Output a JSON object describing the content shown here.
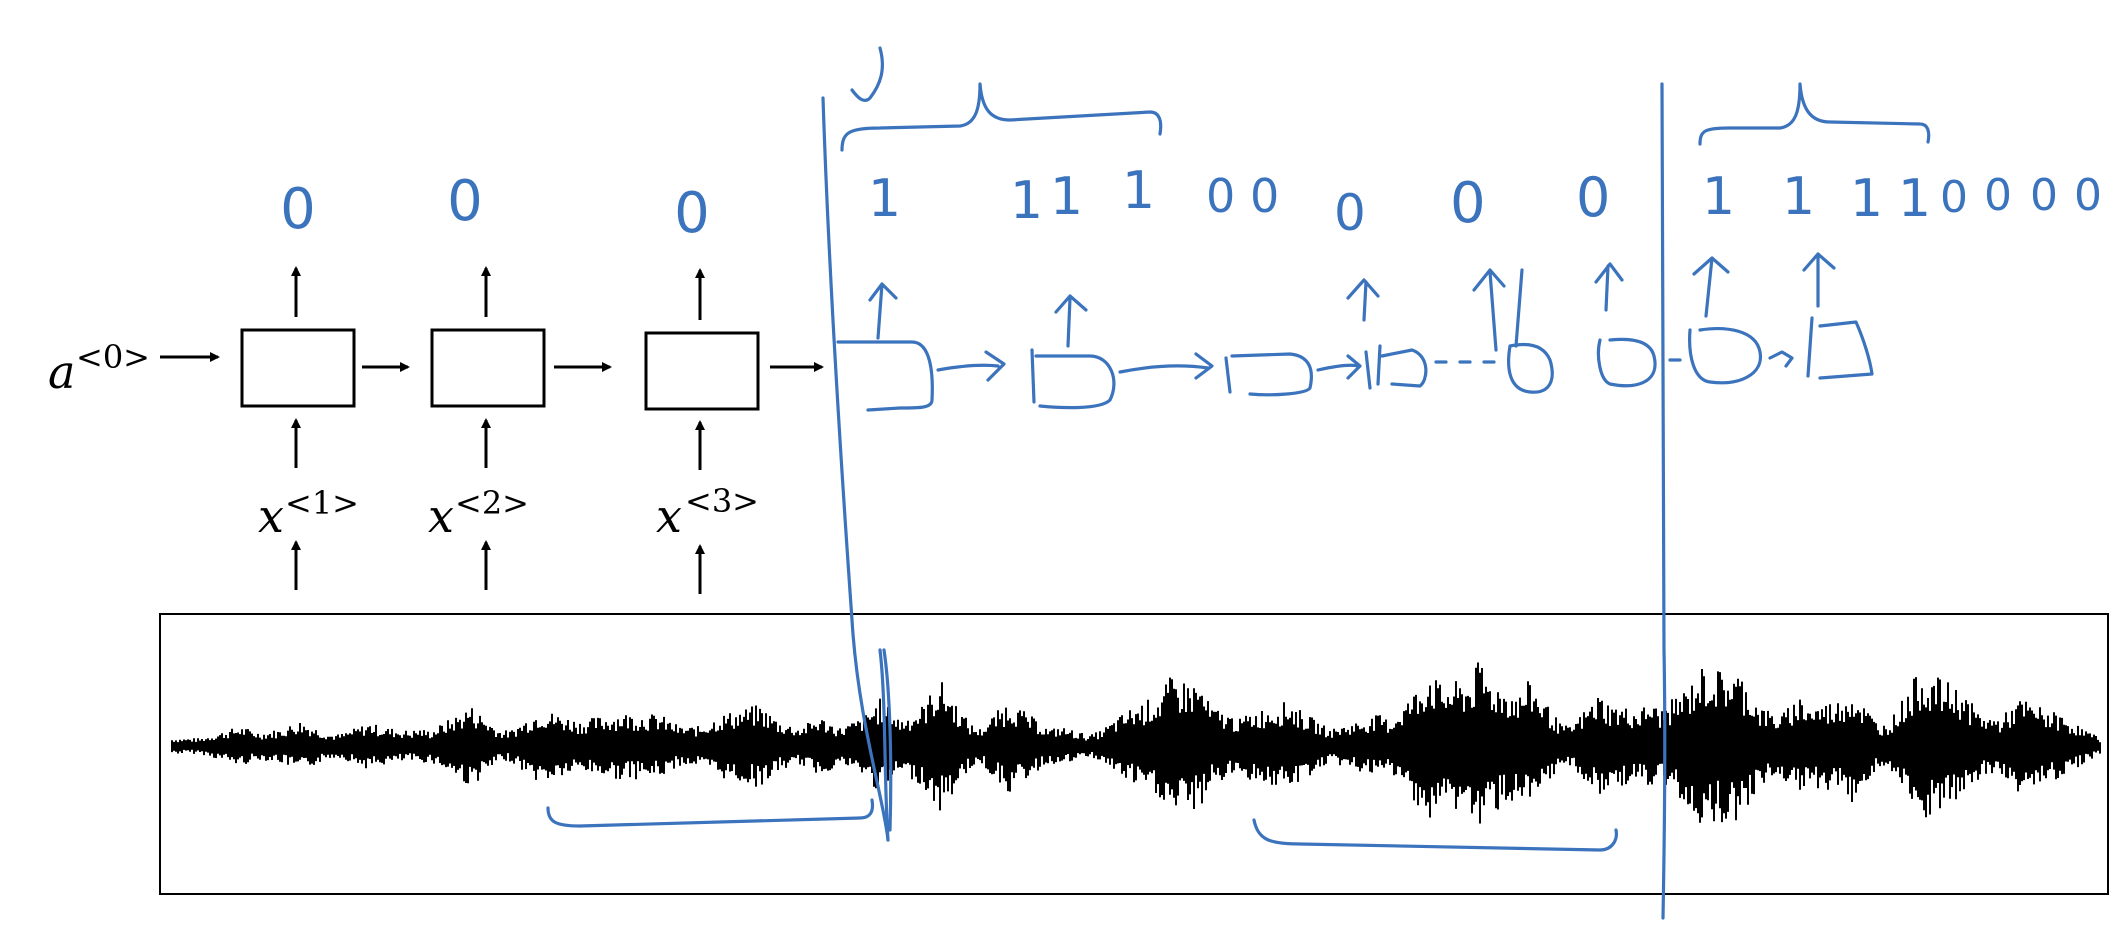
{
  "diagram": {
    "initial_activation": {
      "base": "a",
      "sup": "<0>"
    },
    "inputs": [
      {
        "base": "x",
        "sup": "<1>"
      },
      {
        "base": "x",
        "sup": "<2>"
      },
      {
        "base": "x",
        "sup": "<3>"
      }
    ],
    "outputs": [
      "0",
      "0",
      "0"
    ],
    "handwritten_labels_segment_1": [
      "1",
      "1",
      "1",
      "1",
      "0",
      "0",
      "0",
      "0",
      "0"
    ],
    "handwritten_labels_segment_2": [
      "1",
      "1",
      "1",
      "1",
      "0",
      "0",
      "0",
      "0"
    ],
    "ink_color": "#3b73bd"
  }
}
